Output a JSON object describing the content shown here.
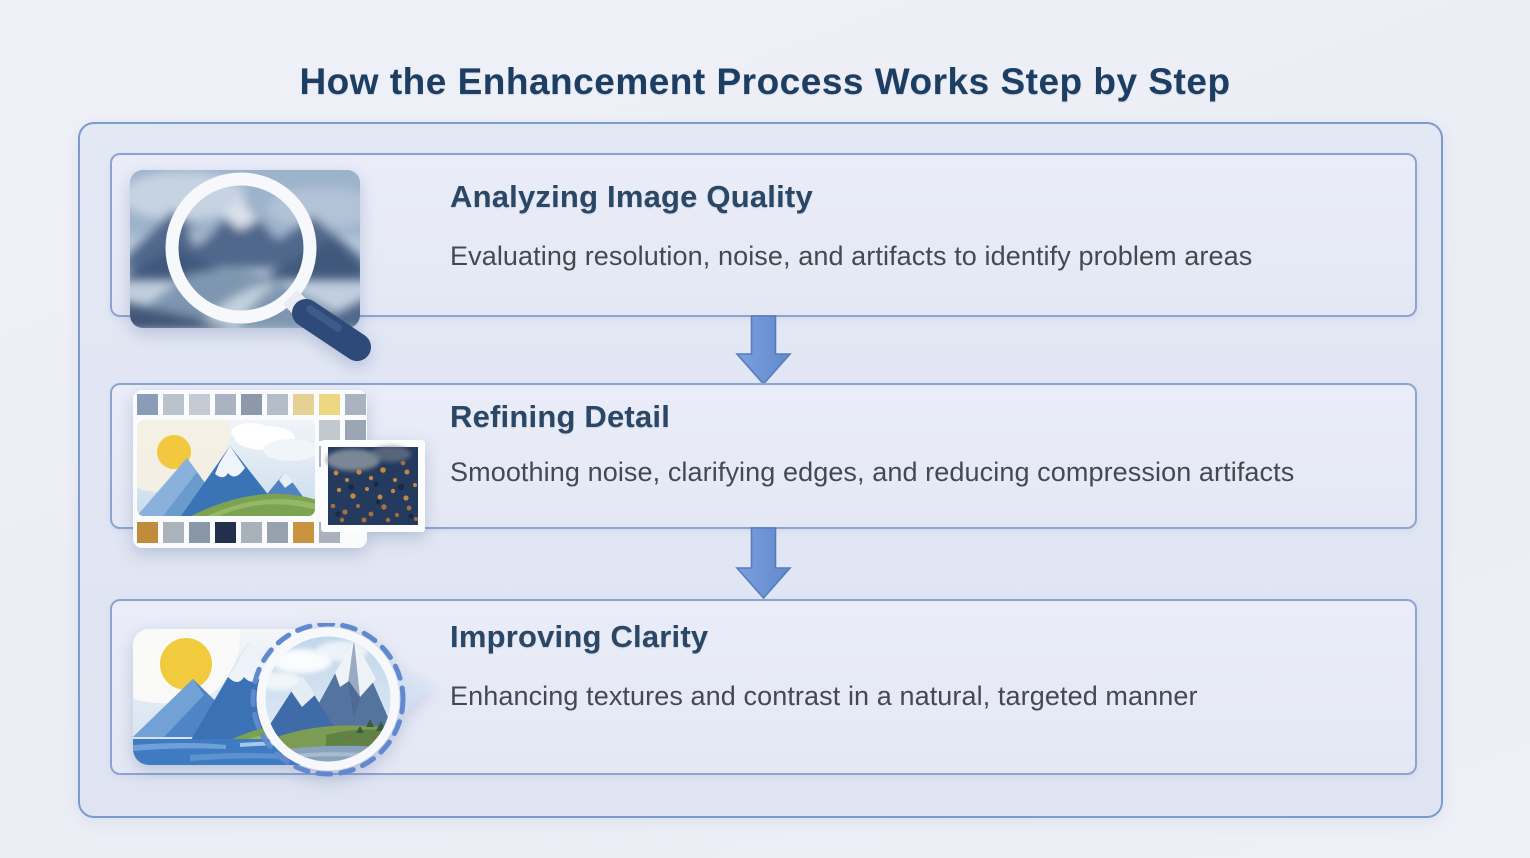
{
  "page": {
    "title": "How the Enhancement Process Works Step by Step"
  },
  "steps": [
    {
      "id": "analyzing-image-quality",
      "icon": "magnifier-blurry-photo-icon",
      "title": "Analyzing Image Quality",
      "description": "Evaluating resolution, noise, and artifacts to identify problem areas"
    },
    {
      "id": "refining-detail",
      "icon": "pixel-palette-photo-icon",
      "title": "Refining Detail",
      "description": "Smoothing noise, clarifying edges, and reducing compression artifacts"
    },
    {
      "id": "improving-clarity",
      "icon": "clarity-lens-photo-icon",
      "title": "Improving Clarity",
      "description": "Enhancing textures and contrast in a natural, targeted manner"
    }
  ],
  "connectors": [
    {
      "icon": "down-arrow-icon"
    },
    {
      "icon": "down-arrow-icon"
    }
  ],
  "colors": {
    "page_background": "#eef0f7",
    "container_background": "#e1e6f3",
    "container_border": "#7c9ad0",
    "card_background": "#e8ebf6",
    "card_border": "#8ba4d1",
    "title_text": "#1d3e63",
    "heading_text": "#2b4766",
    "body_text": "#45494f",
    "arrow_fill": "#6f96d8",
    "arrow_stroke": "#5b80c0",
    "magnifier_handle": "#2e4a78",
    "sun_yellow": "#f2c93e",
    "mountain_blue": "#3a73b6",
    "hill_green": "#7ba351",
    "accent_orange": "#c8943e"
  }
}
